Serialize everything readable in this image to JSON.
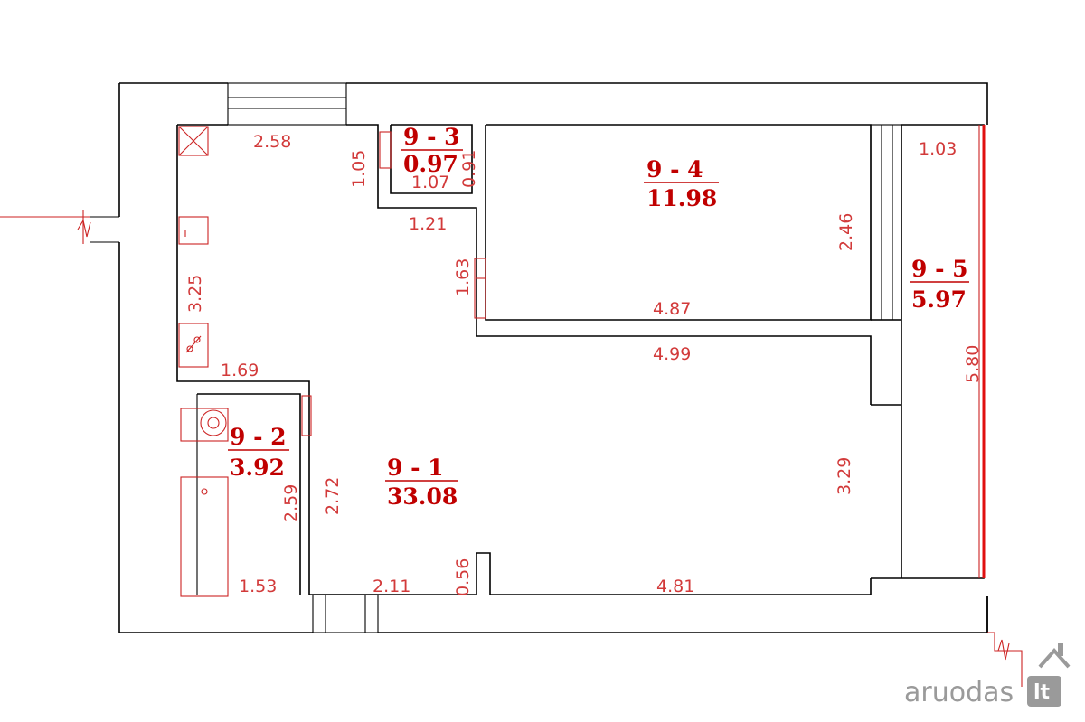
{
  "rooms": [
    {
      "id": "9 - 1",
      "area": "33.08"
    },
    {
      "id": "9 - 2",
      "area": "3.92"
    },
    {
      "id": "9 - 3",
      "area": "0.97"
    },
    {
      "id": "9 - 4",
      "area": "11.98"
    },
    {
      "id": "9 - 5",
      "area": "5.97"
    }
  ],
  "dimensions": {
    "d_2_58": "2.58",
    "d_1_05": "1.05",
    "d_1_07": "1.07",
    "d_0_91": "0.91",
    "d_1_21": "1.21",
    "d_1_63": "1.63",
    "d_3_25": "3.25",
    "d_1_69": "1.69",
    "d_2_72": "2.72",
    "d_2_59": "2.59",
    "d_1_53": "1.53",
    "d_2_11": "2.11",
    "d_0_56": "0.56",
    "d_4_81": "4.81",
    "d_3_29": "3.29",
    "d_4_99": "4.99",
    "d_4_87": "4.87",
    "d_2_46": "2.46",
    "d_1_03": "1.03",
    "d_5_80": "5.80"
  },
  "watermark": {
    "brand": "aruodas",
    "tld": "lt",
    "logo_icon": "house-roof-icon"
  }
}
